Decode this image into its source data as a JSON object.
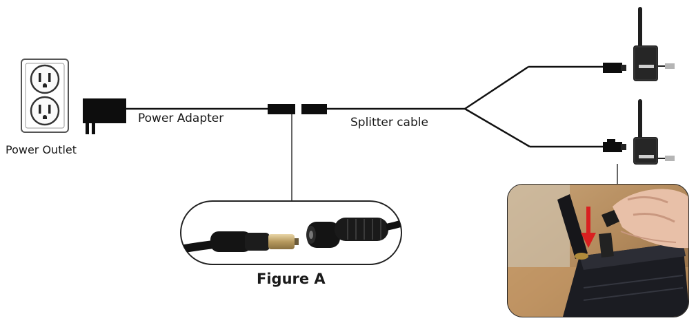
{
  "labels": {
    "power_outlet": "Power Outlet",
    "power_adapter": "Power Adapter",
    "splitter_cable": "Splitter cable",
    "figure_a": "Figure A"
  },
  "icons": {
    "outlet": "power-outlet-icon",
    "adapter": "power-adapter-icon",
    "connector": "barrel-connector-icon",
    "device": "wireless-device-icon",
    "arrow": "red-arrow-icon"
  },
  "colors": {
    "line": "#111111",
    "arrow": "#d92020",
    "photo_bg": "#b38a5c",
    "device_body": "#1b1c22"
  }
}
